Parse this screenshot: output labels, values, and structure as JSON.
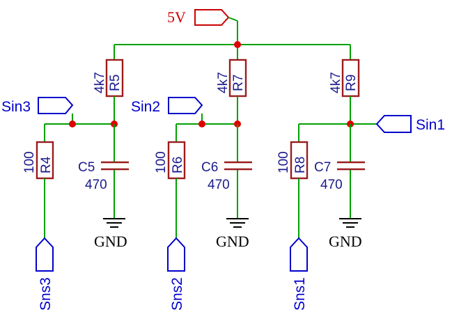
{
  "power": {
    "label": "5V"
  },
  "ground_label": "GND",
  "channels": [
    {
      "input_port": "Sin3",
      "sense_port": "Sns3",
      "pullup": {
        "designator": "R5",
        "value": "4k7"
      },
      "series_resistor": {
        "designator": "R4",
        "value": "100"
      },
      "capacitor": {
        "designator": "C5",
        "value": "470"
      }
    },
    {
      "input_port": "Sin2",
      "sense_port": "Sns2",
      "pullup": {
        "designator": "R7",
        "value": "4k7"
      },
      "series_resistor": {
        "designator": "R6",
        "value": "100"
      },
      "capacitor": {
        "designator": "C6",
        "value": "470"
      }
    },
    {
      "input_port": "Sin1",
      "sense_port": "Sns1",
      "pullup": {
        "designator": "R9",
        "value": "4k7"
      },
      "series_resistor": {
        "designator": "R8",
        "value": "100"
      },
      "capacitor": {
        "designator": "C7",
        "value": "470"
      }
    }
  ],
  "colors": {
    "wire": "#00a000",
    "component": "#9b1c1c",
    "port": "#0000cc",
    "power": "#cc0000",
    "junction": "#e00000"
  }
}
